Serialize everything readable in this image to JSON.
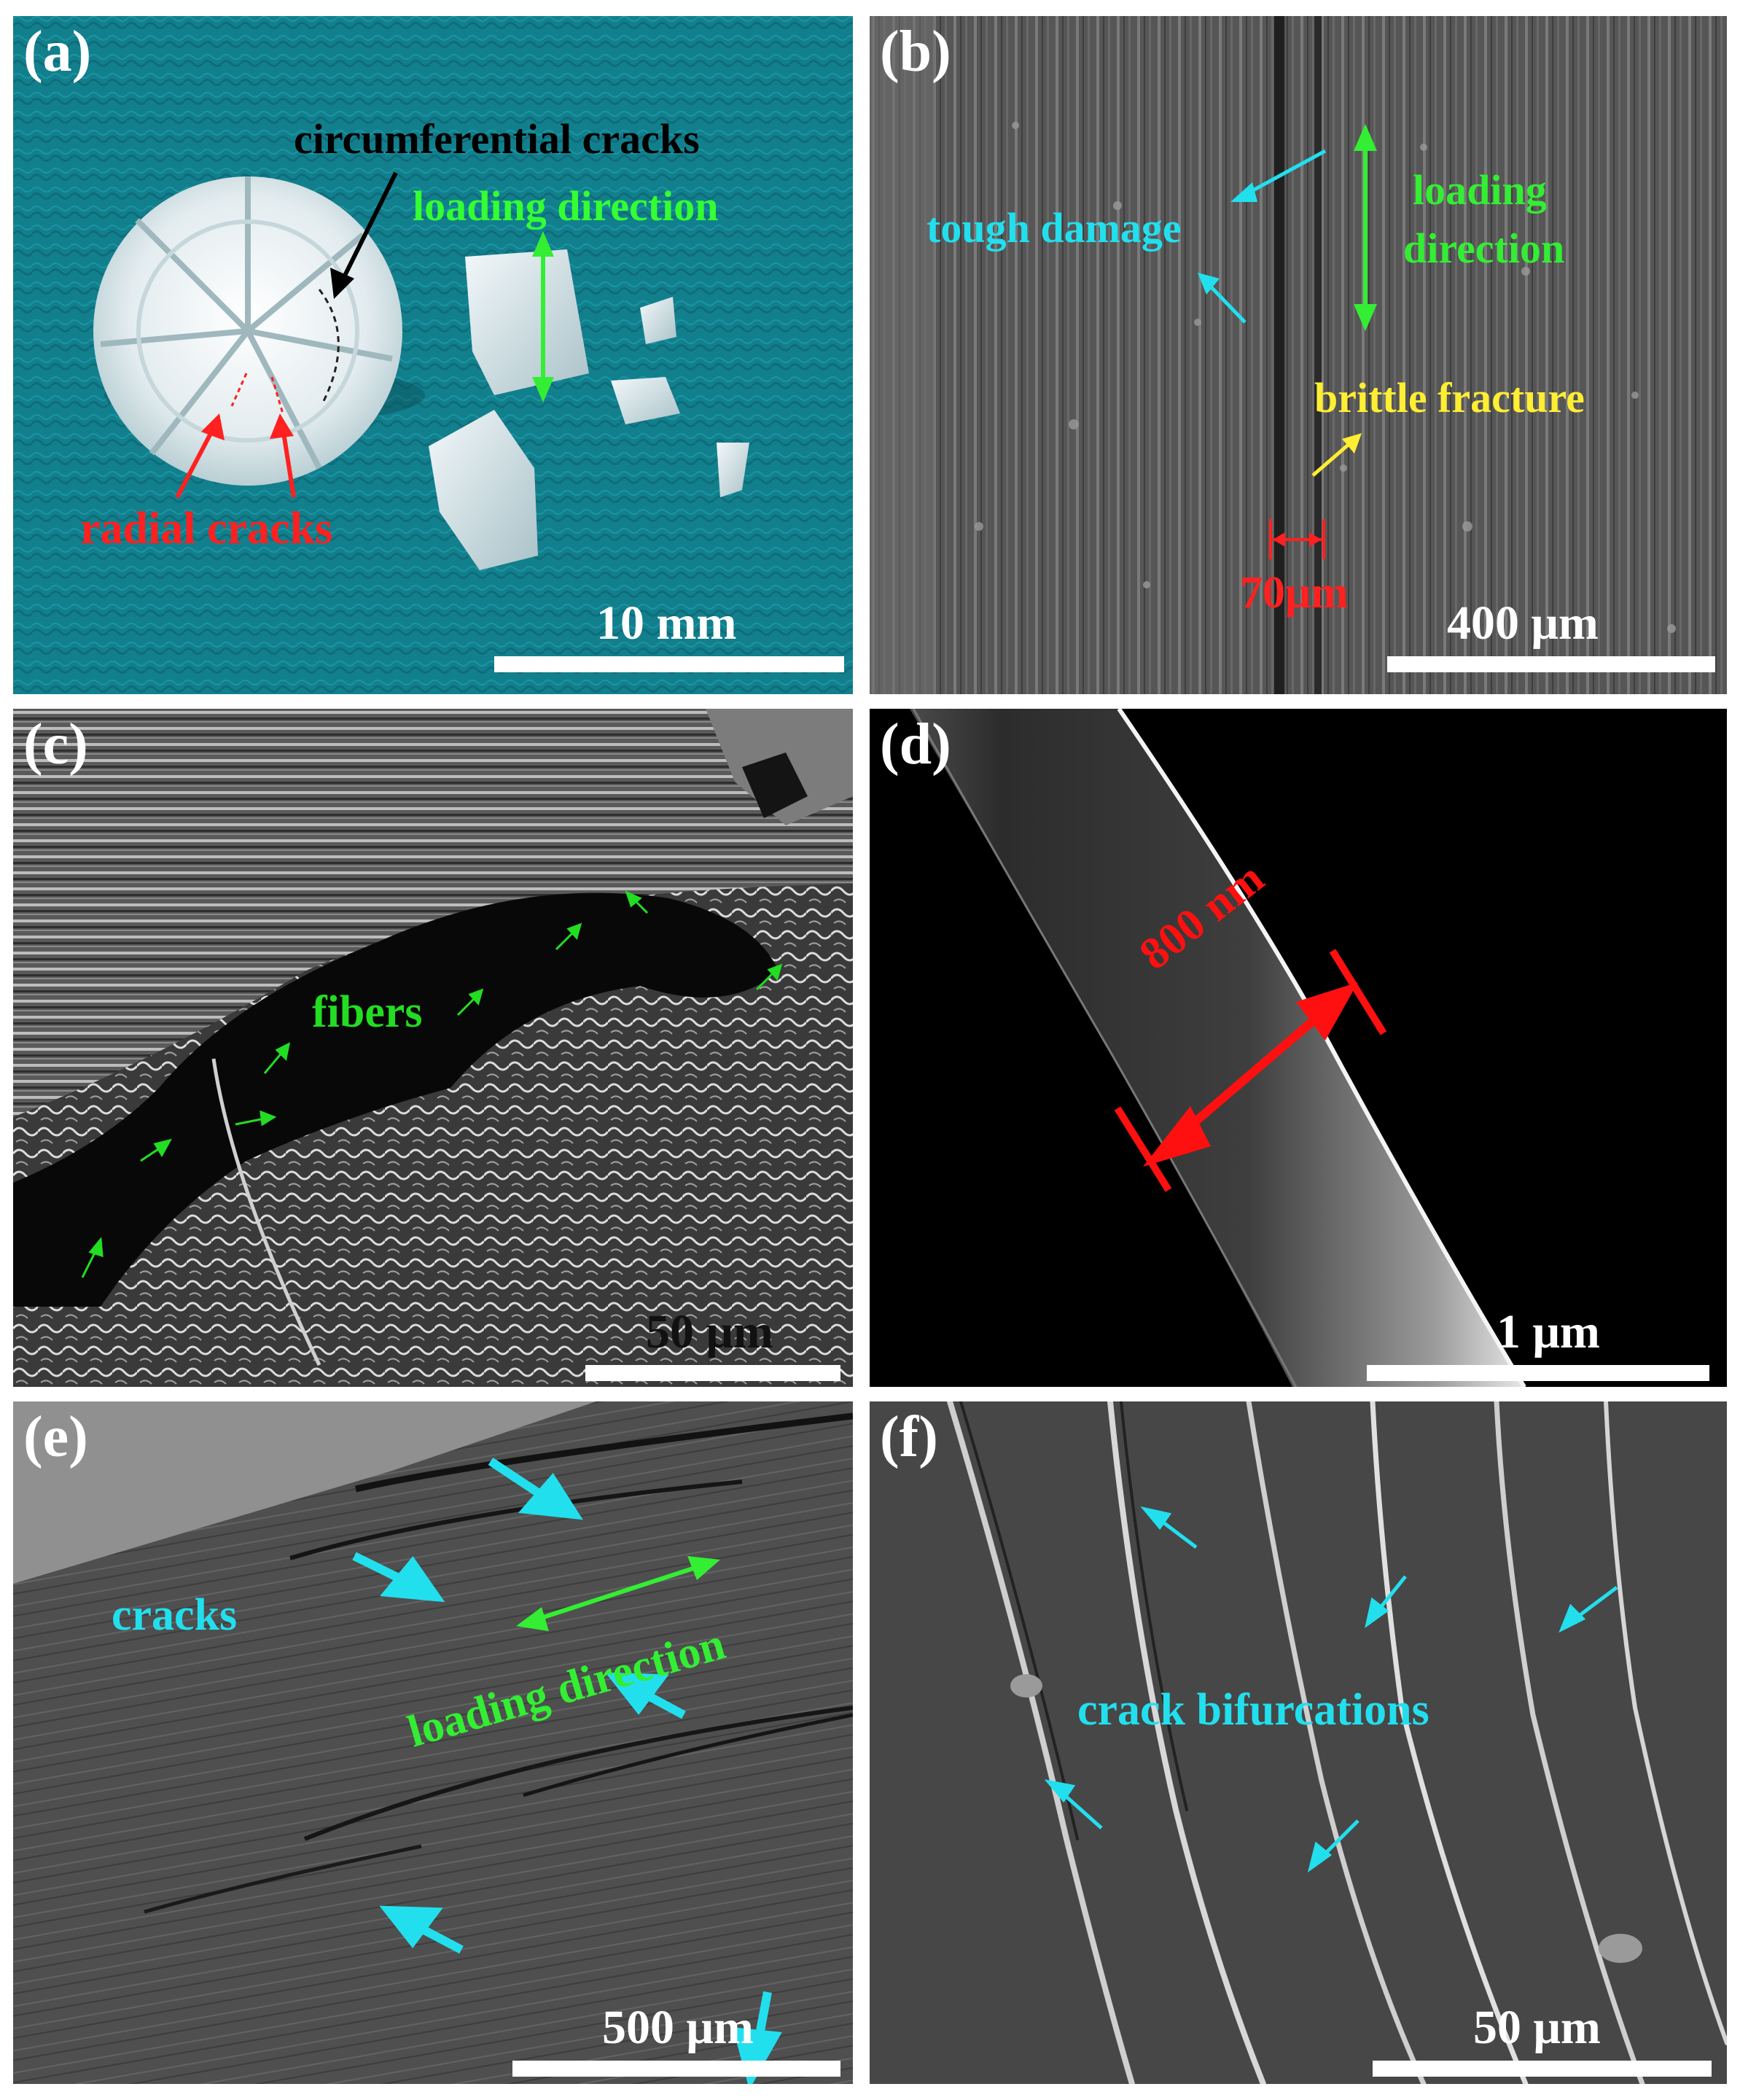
{
  "panels": {
    "a": {
      "label": "(a)",
      "circumferential": "circumferential cracks",
      "loading": "loading direction",
      "radial": "radial cracks",
      "scale": "10 mm",
      "colors": {
        "background": "#127f8d",
        "label_green": "#33ff33",
        "label_red": "#ff2020",
        "label_black": "#000000"
      }
    },
    "b": {
      "label": "(b)",
      "tough": "tough damage",
      "loading_1": "loading",
      "loading_2": "direction",
      "brittle": "brittle fracture",
      "width": "70μm",
      "scale": "400 μm",
      "colors": {
        "cyan": "#22dfee",
        "green": "#33ee33",
        "yellow": "#ffee33",
        "red": "#ff2020"
      }
    },
    "c": {
      "label": "(c)",
      "fibers": "fibers",
      "scale": "50 μm",
      "colors": {
        "green": "#22dd22"
      }
    },
    "d": {
      "label": "(d)",
      "diameter": "800 nm",
      "scale": "1 μm",
      "colors": {
        "red": "#ff1010"
      }
    },
    "e": {
      "label": "(e)",
      "cracks": "cracks",
      "loading": "loading direction",
      "scale": "500 μm",
      "colors": {
        "cyan": "#22dfee",
        "green": "#33ee33"
      }
    },
    "f": {
      "label": "(f)",
      "bifurcations": "crack bifurcations",
      "scale": "50 μm",
      "colors": {
        "cyan": "#22dfee"
      }
    }
  }
}
